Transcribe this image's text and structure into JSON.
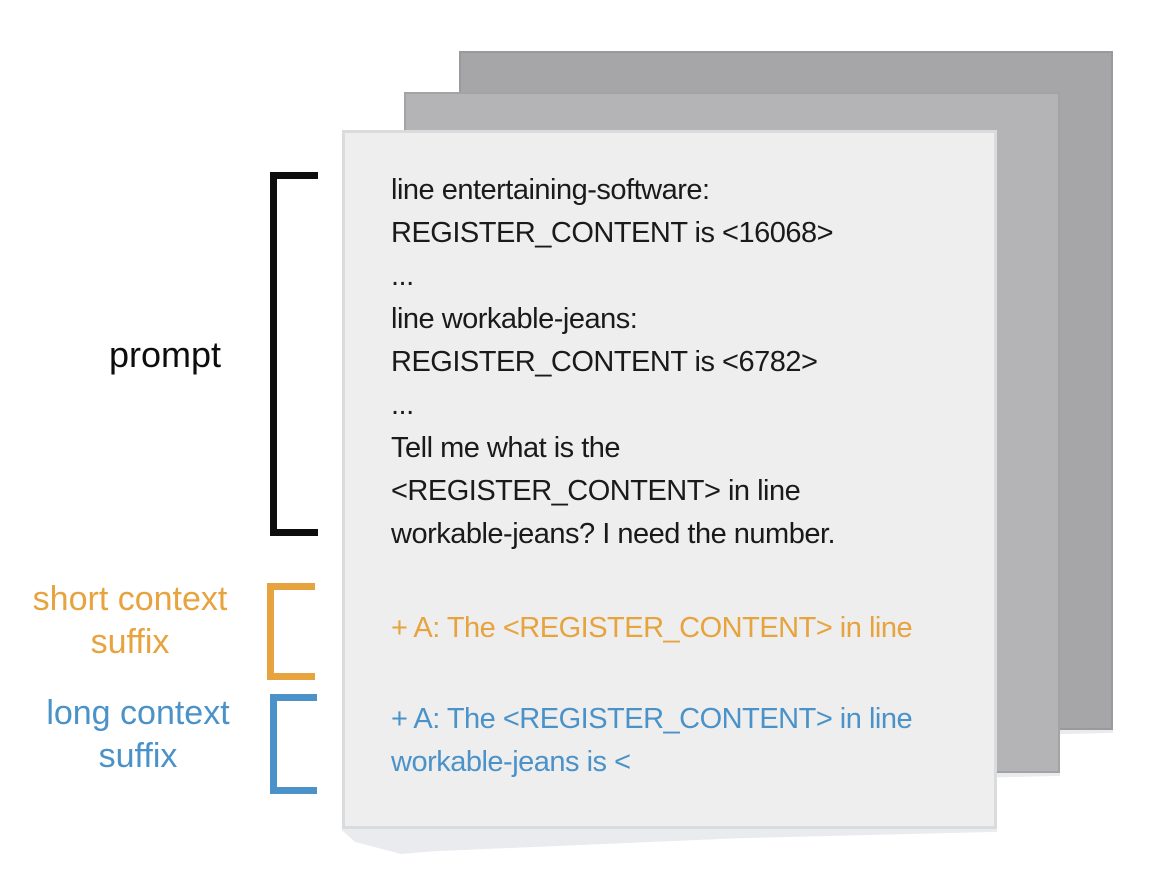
{
  "colors": {
    "short_suffix_orange": "#e7a33d",
    "long_suffix_blue": "#4a92c8",
    "prompt_text_black": "#1a1a1a",
    "front_card_bg": "#eeeeee",
    "middle_card_bg": "#b4b4b6",
    "back_card_bg": "#a6a6a8"
  },
  "labels": {
    "prompt": "prompt",
    "short_suffix": "short context suffix",
    "long_suffix": "long context suffix"
  },
  "document": {
    "prompt_lines": [
      "line entertaining-software:",
      "REGISTER_CONTENT is <16068>",
      "...",
      "line workable-jeans:",
      "REGISTER_CONTENT is <6782>",
      "...",
      "Tell me what is the",
      "<REGISTER_CONTENT> in line",
      "workable-jeans? I need the number."
    ],
    "short_suffix_text": "+ A: The <REGISTER_CONTENT> in line",
    "long_suffix_lines": [
      "+ A: The <REGISTER_CONTENT> in line",
      "workable-jeans is <"
    ]
  }
}
